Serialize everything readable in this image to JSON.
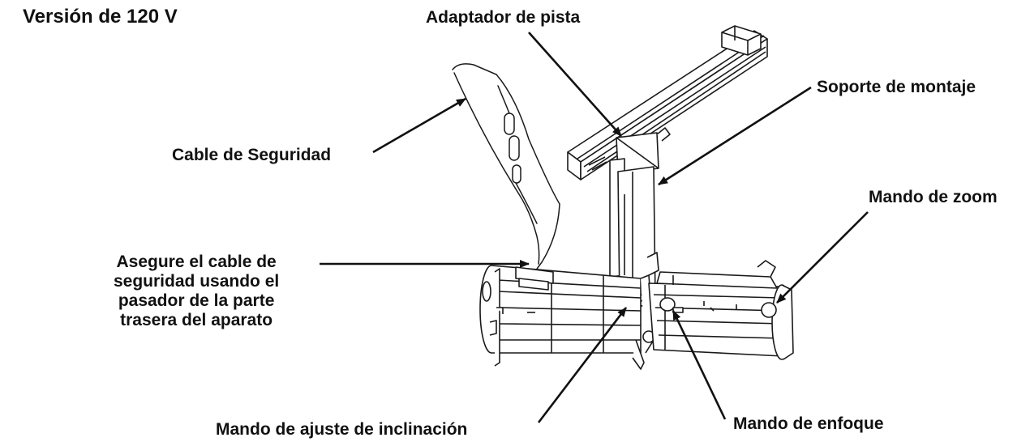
{
  "title": "Versión de 120 V",
  "labels": {
    "track_adapter": "Adaptador de pista",
    "mounting_bracket": "Soporte de montaje",
    "safety_cable": "Cable de Seguridad",
    "zoom_knob": "Mando de zoom",
    "secure_cable": "Asegure el cable de\nseguridad usando el\npasador de la parte\ntrasera del aparato",
    "tilt_knob": "Mando de ajuste de inclinación",
    "focus_knob": "Mando de enfoque"
  },
  "colors": {
    "text": "#111111",
    "line": "#1a1a1a",
    "fill": "#ffffff"
  }
}
